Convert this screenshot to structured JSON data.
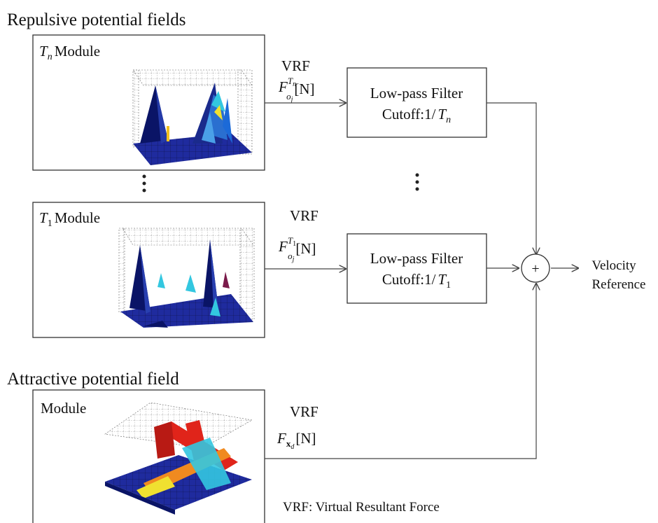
{
  "headings": {
    "repulsive": "Repulsive potential fields",
    "attractive": "Attractive potential field"
  },
  "modules": {
    "tn_symbol": "T",
    "tn_sub": "n",
    "tn_label": "Module",
    "t1_symbol": "T",
    "t1_sub": "1",
    "t1_label": "Module",
    "attr_label": "Module"
  },
  "signals": {
    "vrf_label": "VRF",
    "force_symbol": "F",
    "tn_force_sub": "o",
    "tn_force_subsub": "j",
    "tn_force_sup": "T",
    "tn_force_supsub": "n",
    "t1_force_sup": "T",
    "t1_force_supsub": "1",
    "attr_force_sub": "x",
    "attr_force_subsub": "d",
    "unit": "[N]"
  },
  "filters": {
    "title": "Low-pass Filter",
    "cutoff_prefix": "Cutoff:1/",
    "tn_symbol": "T",
    "tn_sub": "n",
    "t1_symbol": "T",
    "t1_sub": "1"
  },
  "summing_junction": {
    "symbol": "+"
  },
  "output": {
    "line1": "Velocity",
    "line2": "Reference"
  },
  "legend_note": "VRF: Virtual Resultant Force",
  "colors": {
    "surface_blue": "#1f2b9e",
    "surface_dark": "#0a1466",
    "peak_cyan": "#33c7e0",
    "peak_yellow": "#f0e030",
    "ridge_red": "#e0241a",
    "ridge_orange": "#f08a20"
  }
}
